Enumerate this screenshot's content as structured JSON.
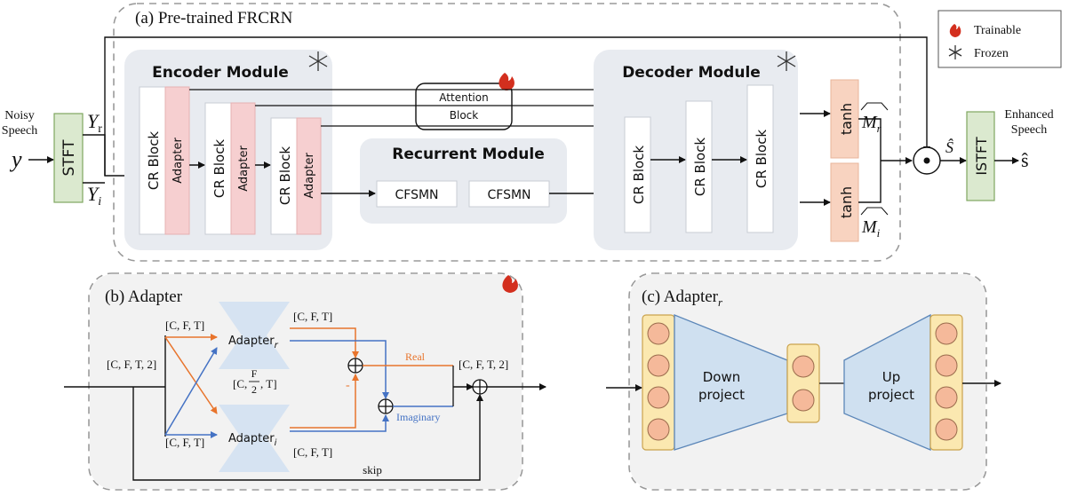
{
  "legend": {
    "trainable": "Trainable",
    "frozen": "Frozen"
  },
  "frcrn": {
    "title": "(a) Pre-trained FRCRN",
    "input_label_1": "Noisy",
    "input_label_2": "Speech",
    "input_var": "y",
    "stft": "STFT",
    "yr": "Y",
    "yr_sub": "r",
    "yi": "Y",
    "yi_sub": "i",
    "encoder_title": "Encoder Module",
    "decoder_title": "Decoder Module",
    "recurrent_title": "Recurrent Module",
    "cr_block": "CR Block",
    "adapter": "Adapter",
    "attention_1": "Attention",
    "attention_2": "Block",
    "cfsmn": "CFSMN",
    "tanh": "tanh",
    "mr": "M",
    "mr_sub": "r",
    "mi": "M",
    "mi_sub": "i",
    "multiply": "⊙",
    "s_hat": "Ŝ",
    "istft": "ISTFT",
    "output_label_1": "Enhanced",
    "output_label_2": "Speech",
    "output_var": "ŝ"
  },
  "adapter_panel": {
    "title": "(b) Adapter",
    "input_shape": "[C, F, T, 2]",
    "cft": "[C, F, T]",
    "half_prefix": "[C,",
    "half_num": "F",
    "half_den": "2",
    "half_suffix": ", T]",
    "adapter_r": "Adapter",
    "adapter_r_sub": "r",
    "adapter_i": "Adapter",
    "adapter_i_sub": "i",
    "minus": "-",
    "real": "Real",
    "imaginary": "Imaginary",
    "output_shape": "[C, F, T, 2]",
    "skip": "skip",
    "plus": "⊕"
  },
  "adapter_r_panel": {
    "title": "(c) Adapter",
    "title_sub": "r",
    "down_1": "Down",
    "down_2": "project",
    "up_1": "Up",
    "up_2": "project"
  },
  "colors": {
    "orange": "#e8742c",
    "blue": "#4472c4",
    "module_bg": "#e8ebf0",
    "adapter_pink": "#f6cfd0",
    "tanh_bg": "#f8d3c0",
    "stft_green": "#dbe9cf",
    "trapezoid_blue": "#cfe0f0",
    "column_yellow": "#fbe8b0",
    "neuron_orange": "#f5b99a"
  }
}
